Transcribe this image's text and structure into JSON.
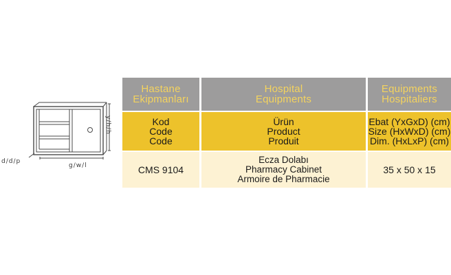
{
  "drawing": {
    "side_label": "y/h/h",
    "depth_label": "d/d/p",
    "width_label": "g/w/l",
    "lock_glyph": "C"
  },
  "header": {
    "col1": [
      "Hastane",
      "Ekipmanları"
    ],
    "col2": [
      "Hospital",
      "Equipments"
    ],
    "col3": [
      "Equipments",
      "Hospitaliers"
    ]
  },
  "labels": {
    "col1": [
      "Kod",
      "Code",
      "Code"
    ],
    "col2": [
      "Ürün",
      "Product",
      "Produit"
    ],
    "col3": [
      "Ebat (YxGxD) (cm)",
      "Size (HxWxD) (cm)",
      "Dim. (HxLxP) (cm)"
    ]
  },
  "product": {
    "code": "CMS 9104",
    "names": [
      "Ecza Dolabı",
      "Pharmacy Cabinet",
      "Armoire de Pharmacie"
    ],
    "dimensions": "35 x 50 x 15"
  },
  "colors": {
    "header_bg": "#9d9c9c",
    "header_text": "#f4d35e",
    "label_bg": "#edc22b",
    "data_bg": "#fdf2d3"
  }
}
